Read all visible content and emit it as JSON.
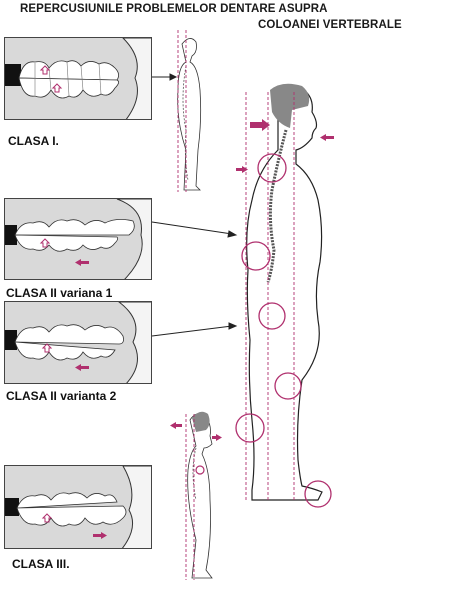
{
  "title": {
    "line1": "REPERCUSIUNILE PROBLEMELOR DENTARE ASUPRA",
    "line2": "COLOANEI VERTEBRALE"
  },
  "classes": [
    {
      "label": "CLASA I."
    },
    {
      "label": "CLASA II variana 1"
    },
    {
      "label": "CLASA II varianta 2"
    },
    {
      "label": "CLASA III."
    }
  ],
  "colors": {
    "accent": "#b0306e",
    "line": "#222222",
    "panel_bg": "#d9d9d9",
    "tooth": "#ffffff",
    "figure_fill": "#ffffff"
  }
}
